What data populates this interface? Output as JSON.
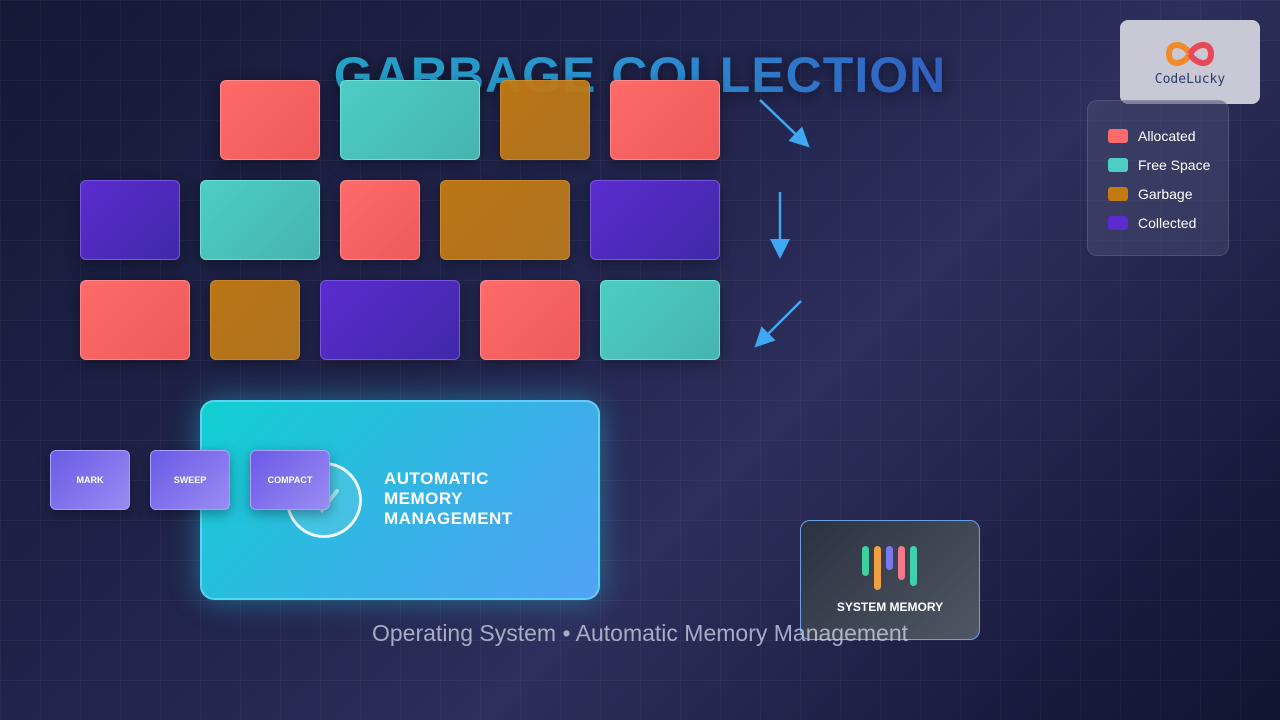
{
  "title": "GARBAGE COLLECTION",
  "logo": {
    "text": "CodeLucky"
  },
  "legend": {
    "items": [
      {
        "label": "Allocated",
        "color": "#ff6b6b"
      },
      {
        "label": "Free Space",
        "color": "#4ecdc4"
      },
      {
        "label": "Garbage",
        "color": "#c47a12"
      },
      {
        "label": "Collected",
        "color": "#5b2bd0"
      }
    ]
  },
  "memory_rows": [
    [
      "allocated",
      "free",
      "garbage",
      "allocated"
    ],
    [
      "collected",
      "free",
      "allocated",
      "garbage",
      "collected"
    ],
    [
      "allocated",
      "garbage",
      "collected",
      "allocated",
      "free"
    ]
  ],
  "phases": [
    "MARK",
    "SWEEP",
    "COMPACT"
  ],
  "amm": {
    "line1": "AUTOMATIC",
    "line2": "MEMORY",
    "line3": "MANAGEMENT"
  },
  "system_memory": {
    "label": "SYSTEM MEMORY"
  },
  "subtitle": "Operating System • Automatic Memory Management"
}
